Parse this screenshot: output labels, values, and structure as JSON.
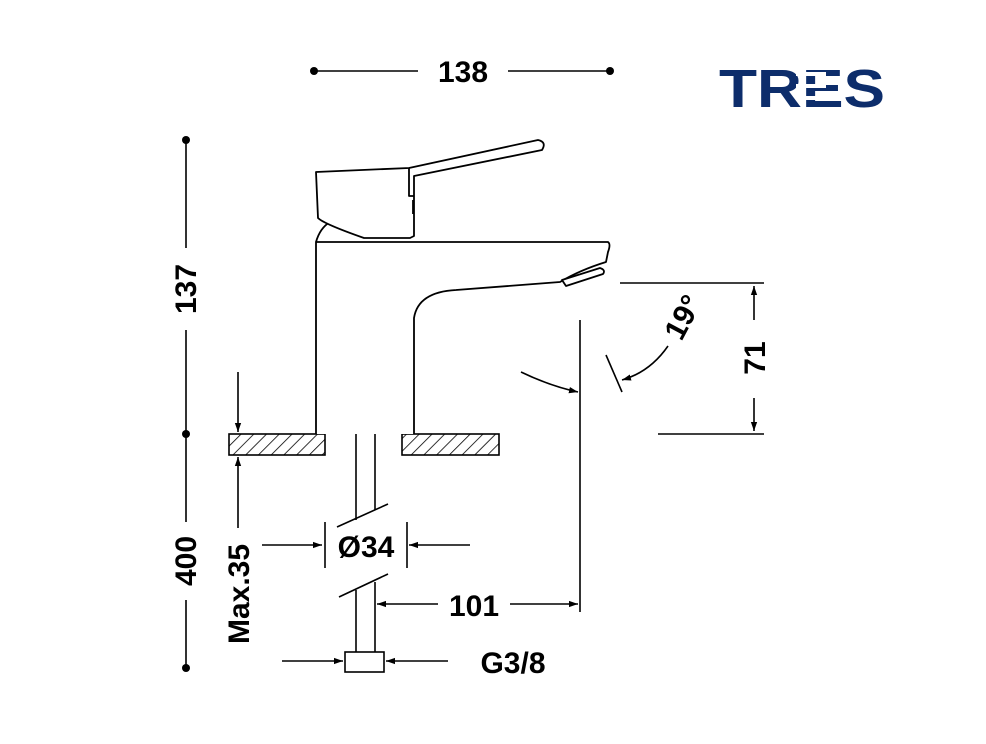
{
  "logo": {
    "text": "TRES",
    "color": "#0d2d6b"
  },
  "dimensions": {
    "width": "138",
    "height": "137",
    "spout_height": "71",
    "angle": "19°",
    "hose_length": "400",
    "max_thickness": "Max.35",
    "hole_diameter": "Ø34",
    "reach": "101",
    "connection": "G3/8"
  }
}
